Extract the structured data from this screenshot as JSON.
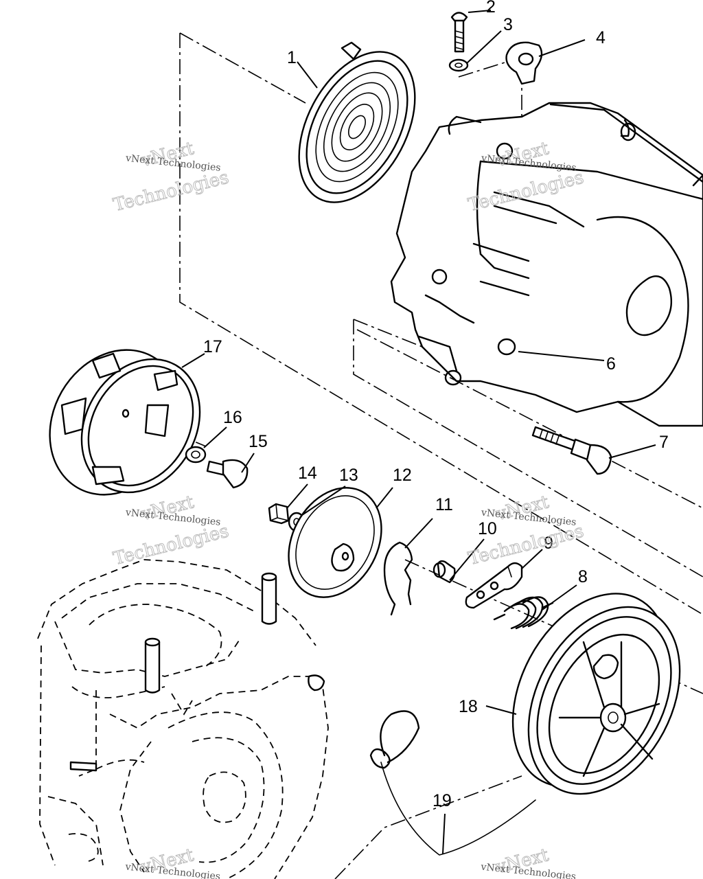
{
  "callouts": [
    "1",
    "2",
    "3",
    "4",
    "6",
    "7",
    "8",
    "9",
    "10",
    "11",
    "12",
    "13",
    "14",
    "15",
    "16",
    "17",
    "18",
    "19"
  ],
  "watermark": {
    "small": "vNext Technologies",
    "large_top": "vNext",
    "large_bottom": "Technologies"
  },
  "colors": {
    "ink": "#000000",
    "paper": "#ffffff",
    "watermark": "#bbbbbb"
  }
}
